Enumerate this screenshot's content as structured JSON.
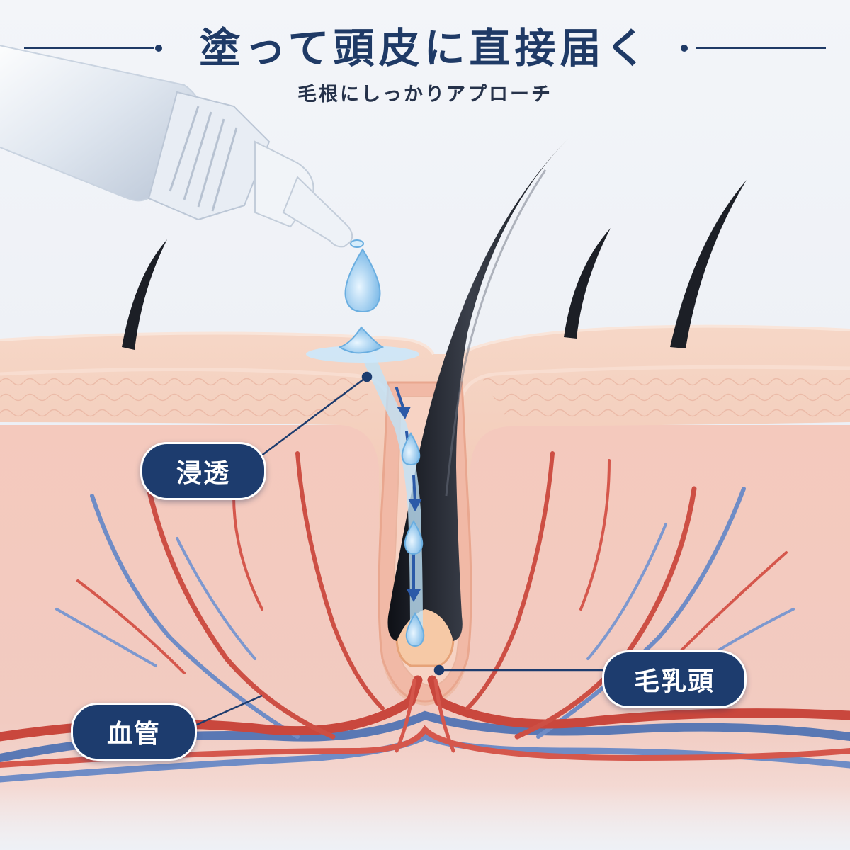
{
  "header": {
    "title": "塗って頭皮に直接届く",
    "subtitle": "毛根にしっかりアプローチ"
  },
  "labels": {
    "penetration": "浸透",
    "dermal_papilla": "毛乳頭",
    "blood_vessels": "血管"
  },
  "icons": [
    "applicator-tube-icon",
    "droplet-icon",
    "hair-strand-icon",
    "arrow-down-icon",
    "blood-vessel-icon"
  ],
  "colors": {
    "background": "#eef1f6",
    "title": "#1f3a66",
    "label_fill": "#1d3c6e",
    "skin": "#f2c8bd",
    "hair": "#1c1f26",
    "artery": "#c9473d",
    "vein": "#5a78b4",
    "droplet": "#9fd0f2",
    "arrow": "#2c5aa8"
  }
}
